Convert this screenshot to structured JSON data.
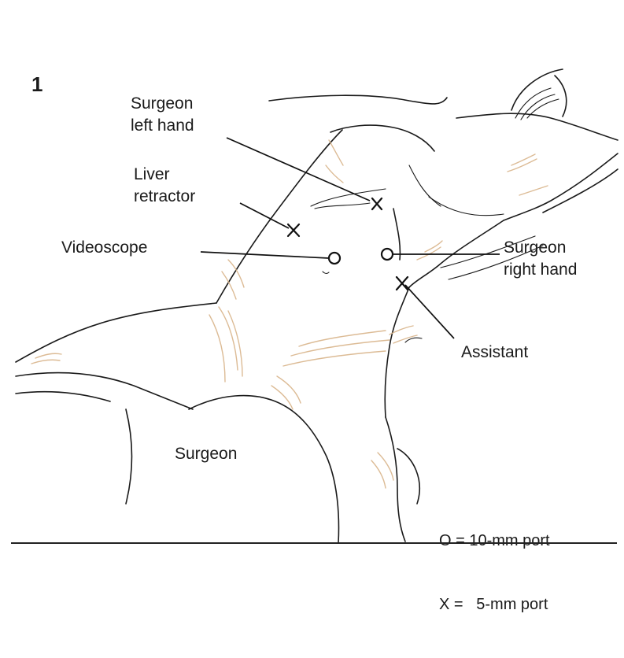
{
  "figure": {
    "number": "1"
  },
  "labels": {
    "surgeon_left_hand": [
      "Surgeon",
      "left hand"
    ],
    "liver_retractor": [
      "Liver",
      "retractor"
    ],
    "videoscope": "Videoscope",
    "surgeon_right_hand": [
      "Surgeon",
      "right hand"
    ],
    "assistant": "Assistant",
    "surgeon": "Surgeon"
  },
  "legend": {
    "ten_mm": "O = 10-mm port",
    "five_mm": "X =   5-mm port"
  },
  "ports": [
    {
      "name": "Surgeon left hand",
      "type": "X"
    },
    {
      "name": "Liver retractor",
      "type": "X"
    },
    {
      "name": "Videoscope",
      "type": "O"
    },
    {
      "name": "Surgeon right hand",
      "type": "O"
    },
    {
      "name": "Assistant",
      "type": "X"
    }
  ],
  "colors": {
    "line": "#1a1a1a",
    "shading": "#d8b48a",
    "background": "#ffffff"
  }
}
